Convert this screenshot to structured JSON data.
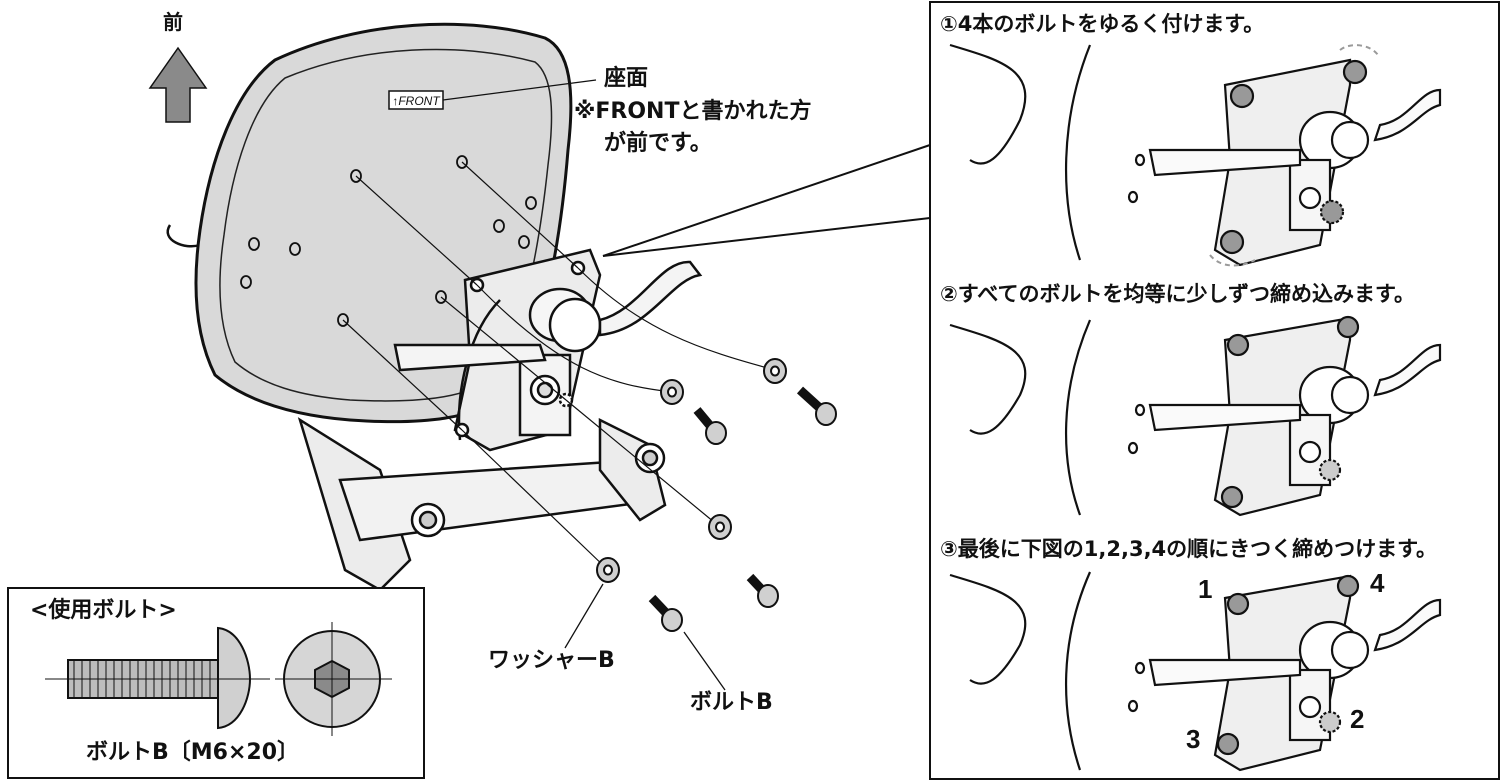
{
  "direction_label": "前",
  "front_tag": "↑FRONT",
  "seat_callout": {
    "title": "座面",
    "note_line1": "※FRONTと書かれた方",
    "note_line2": "が前です。"
  },
  "washer_label": "ワッシャーB",
  "bolt_label": "ボルトB",
  "bolt_box": {
    "heading": "<使用ボルト>",
    "caption": "ボルトB〔M6×20〕"
  },
  "steps": [
    {
      "text": "①4本のボルトをゆるく付けます。"
    },
    {
      "text": "②すべてのボルトを均等に少しずつ締め込みます。"
    },
    {
      "text": "③最後に下図の1,2,3,4の順にきつく締めつけます。"
    }
  ],
  "tighten_order": [
    "1",
    "2",
    "3",
    "4"
  ],
  "colors": {
    "seat_fill": "#d9d9d9",
    "part_fill": "#e6e6e6",
    "line": "#111111",
    "dashed_highlight": "#9a9a9a"
  }
}
